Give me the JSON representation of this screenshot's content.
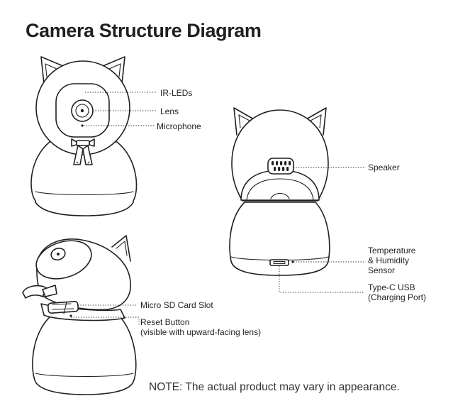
{
  "title": "Camera Structure Diagram",
  "labels": {
    "ir_leds": "IR-LEDs",
    "lens": "Lens",
    "microphone": "Microphone",
    "speaker": "Speaker",
    "temperature_line1": "Temperature",
    "temperature_line2": "& Humidity",
    "temperature_line3": "Sensor",
    "typec_line1": "Type-C USB",
    "typec_line2": "(Charging Port)",
    "sd_slot": "Micro SD Card Slot",
    "reset_line1": "Reset Button",
    "reset_line2": "(visible with upward-facing lens)"
  },
  "note": "NOTE: The actual product may vary in appearance."
}
